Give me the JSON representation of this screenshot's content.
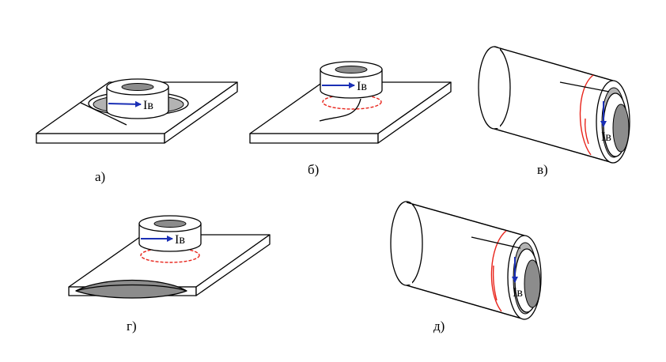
{
  "current_label": "Iв",
  "colors": {
    "current_arrow": "#1a2fb5",
    "field_loop": "#e8231a",
    "metal_gray": "#b3b3b3",
    "dark_gray": "#8c8c8c"
  },
  "panels": [
    {
      "id": "a",
      "caption": "а)"
    },
    {
      "id": "b",
      "caption": "б)"
    },
    {
      "id": "v",
      "caption": "в)"
    },
    {
      "id": "g",
      "caption": "г)"
    },
    {
      "id": "d",
      "caption": "д)"
    }
  ]
}
